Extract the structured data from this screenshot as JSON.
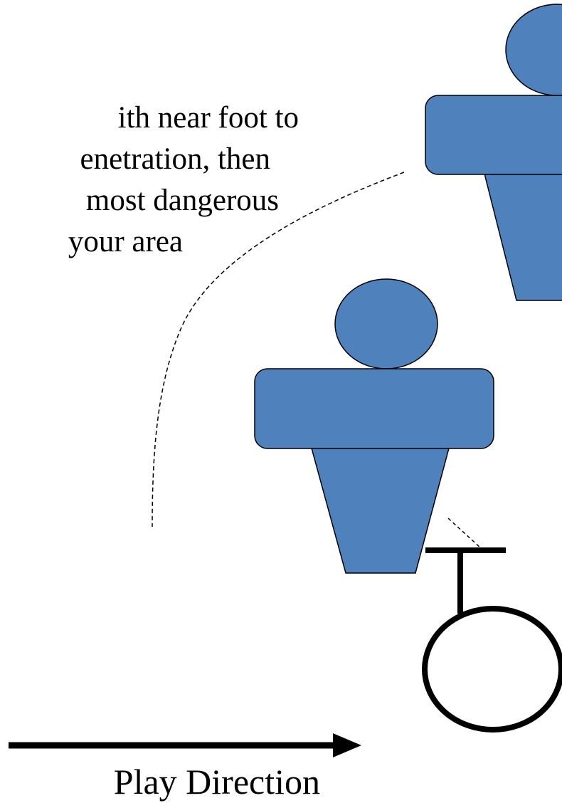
{
  "caption": {
    "lines": [
      "ith near foot to",
      "enetration, then",
      "most dangerous",
      "your area"
    ]
  },
  "direction_label": "Play Direction",
  "colors": {
    "player_fill": "#4f81bd",
    "outline": "#000000",
    "background": "#ffffff"
  },
  "icons": {
    "player": "player-figure",
    "attacker": "opponent-circle-marker",
    "arrow": "right-arrow"
  }
}
